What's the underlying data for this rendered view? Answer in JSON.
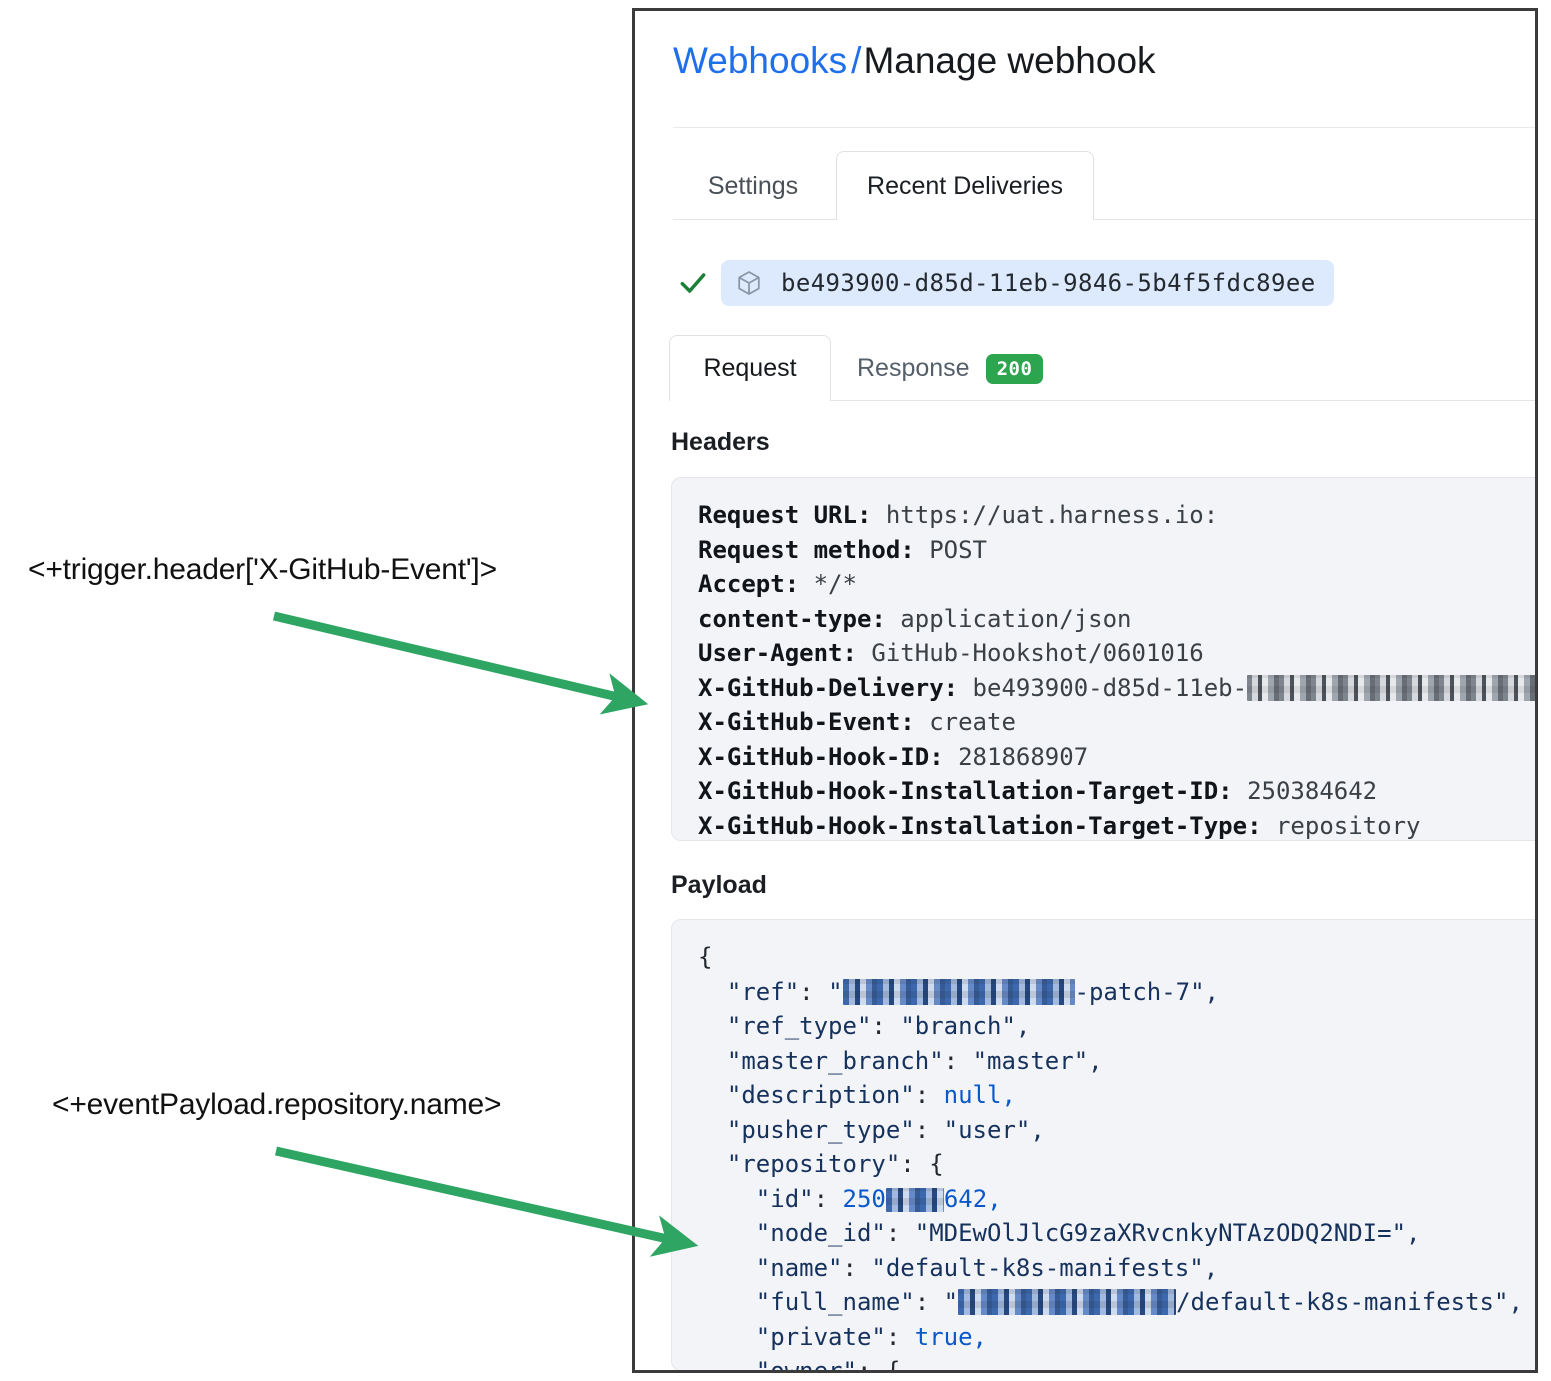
{
  "panel": {
    "breadcrumb": {
      "link": "Webhooks",
      "separator": "/",
      "current": "Manage webhook"
    },
    "tabs": [
      {
        "label": "Settings",
        "selected": false
      },
      {
        "label": "Recent Deliveries",
        "selected": true
      }
    ],
    "delivery": {
      "status_icon": "check-icon",
      "package_icon": "cube-icon",
      "id": "be493900-d85d-11eb-9846-5b4f5fdc89ee"
    },
    "subtabs": [
      {
        "label": "Request",
        "selected": true,
        "badge": null
      },
      {
        "label": "Response",
        "selected": false,
        "badge": "200"
      }
    ],
    "badge_color": "#2da44e",
    "headers": {
      "title": "Headers",
      "lines": [
        {
          "key": "Request URL:",
          "value": "https://uat.harness.io:"
        },
        {
          "key": "Request method:",
          "value": "POST"
        },
        {
          "key": "Accept:",
          "value": "*/*"
        },
        {
          "key": "content-type:",
          "value": "application/json"
        },
        {
          "key": "User-Agent:",
          "value": "GitHub-Hookshot/0601016"
        },
        {
          "key": "X-GitHub-Delivery:",
          "value": "be493900-d85d-11eb-",
          "redacted_tail": true
        },
        {
          "key": "X-GitHub-Event:",
          "value": "create"
        },
        {
          "key": "X-GitHub-Hook-ID:",
          "value": "281868907"
        },
        {
          "key": "X-GitHub-Hook-Installation-Target-ID:",
          "value": "250384642"
        },
        {
          "key": "X-GitHub-Hook-Installation-Target-Type:",
          "value": "repository"
        }
      ]
    },
    "payload": {
      "title": "Payload",
      "open_brace": "{",
      "lines": [
        {
          "key": "\"ref\"",
          "prefix": "\"",
          "redacted": true,
          "suffix": "-patch-7\","
        },
        {
          "key": "\"ref_type\"",
          "value": "\"branch\",",
          "type": "string"
        },
        {
          "key": "\"master_branch\"",
          "value": "\"master\",",
          "type": "string"
        },
        {
          "key": "\"description\"",
          "value": "null,",
          "type": "literal"
        },
        {
          "key": "\"pusher_type\"",
          "value": "\"user\",",
          "type": "string"
        },
        {
          "key": "\"repository\"",
          "value": "{",
          "type": "open"
        },
        {
          "key": "\"id\"",
          "prefix": "250",
          "redacted": true,
          "suffix": "642,",
          "type": "literal",
          "indent": 2
        },
        {
          "key": "\"node_id\"",
          "value": "\"MDEwOlJlcG9zaXRvcnkyNTAzODQ2NDI=\",",
          "type": "string",
          "indent": 2
        },
        {
          "key": "\"name\"",
          "value": "\"default-k8s-manifests\",",
          "type": "string",
          "indent": 2
        },
        {
          "key": "\"full_name\"",
          "prefix": "\"",
          "redacted": true,
          "suffix": "/default-k8s-manifests\",",
          "type": "string",
          "indent": 2
        },
        {
          "key": "\"private\"",
          "value": "true,",
          "type": "literal",
          "indent": 2
        },
        {
          "key": "\"owner\"",
          "value": "{",
          "type": "open",
          "indent": 2
        }
      ]
    }
  },
  "annotations": [
    {
      "label": "<+trigger.header['X-GitHub-Event']>",
      "color": "#2ea563"
    },
    {
      "label": "<+eventPayload.repository.name>",
      "color": "#2ea563"
    }
  ]
}
